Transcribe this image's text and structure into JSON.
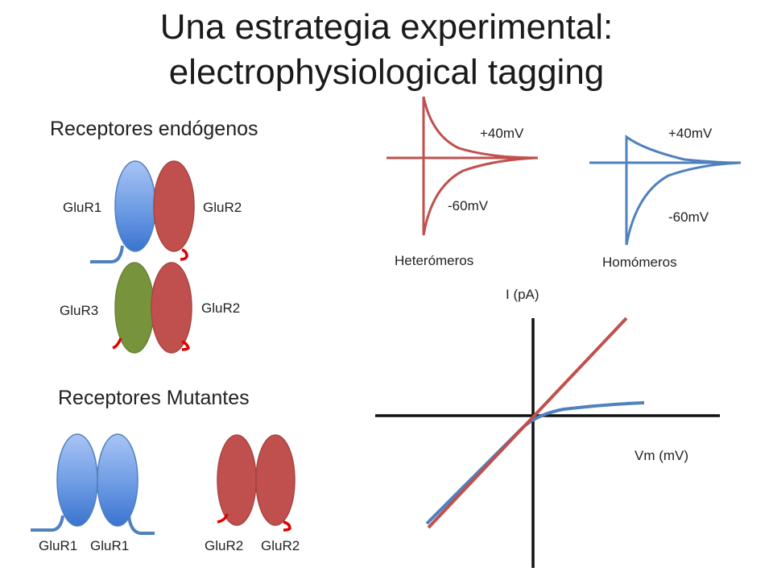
{
  "slide": {
    "title_line1": "Una estrategia experimental:",
    "title_line2": "electrophysiological tagging"
  },
  "sections": {
    "endogenous": "Receptores endógenos",
    "mutant": "Receptores Mutantes"
  },
  "receptors": {
    "pair1": {
      "left": "GluR1",
      "right": "GluR2"
    },
    "pair2": {
      "left": "GluR3",
      "right": "GluR2"
    },
    "mutant1": {
      "left": "GluR1",
      "right": "GluR1"
    },
    "mutant2": {
      "left": "GluR2",
      "right": "GluR2"
    }
  },
  "traces": {
    "hetero": {
      "pos": "+40mV",
      "neg": "-60mV",
      "name": "Heterómeros"
    },
    "homo": {
      "pos": "+40mV",
      "neg": "-60mV",
      "name": "Homómeros"
    }
  },
  "iv_plot": {
    "ylabel": "I (pA)",
    "xlabel": "Vm (mV)"
  },
  "colors": {
    "glur1_blue": "#4f86d8",
    "glur2_red": "#c0504d",
    "glur3_green": "#77933c",
    "tag_red": "#e00000",
    "trace_red": "#c0504d",
    "trace_blue": "#4f81bd"
  }
}
